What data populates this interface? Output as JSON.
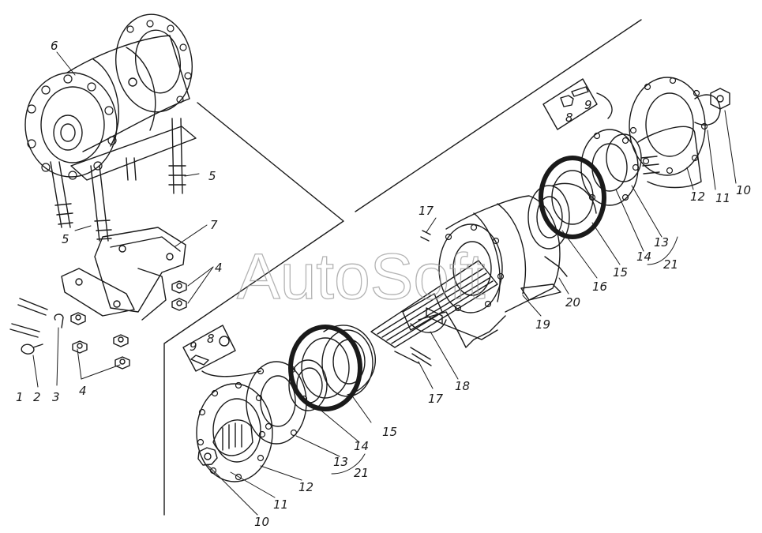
{
  "watermark": "AutoSoft",
  "palette": {
    "ink": "#1a1a1a",
    "paper": "#ffffff",
    "watermark": "#9a9a9a"
  },
  "labels": {
    "l1": "1",
    "l2": "2",
    "l3": "3",
    "l4a": "4",
    "l4b": "4",
    "l5a": "5",
    "l5b": "5",
    "l6": "6",
    "l7": "7",
    "l8a": "8",
    "l8b": "8",
    "l9a": "9",
    "l9b": "9",
    "l10a": "10",
    "l10b": "10",
    "l11a": "11",
    "l11b": "11",
    "l12a": "12",
    "l12b": "12",
    "l13a": "13",
    "l13b": "13",
    "l14a": "14",
    "l14b": "14",
    "l15a": "15",
    "l15b": "15",
    "l16": "16",
    "l17a": "17",
    "l17b": "17",
    "l18": "18",
    "l19": "19",
    "l20": "20",
    "l21a": "21",
    "l21b": "21"
  }
}
